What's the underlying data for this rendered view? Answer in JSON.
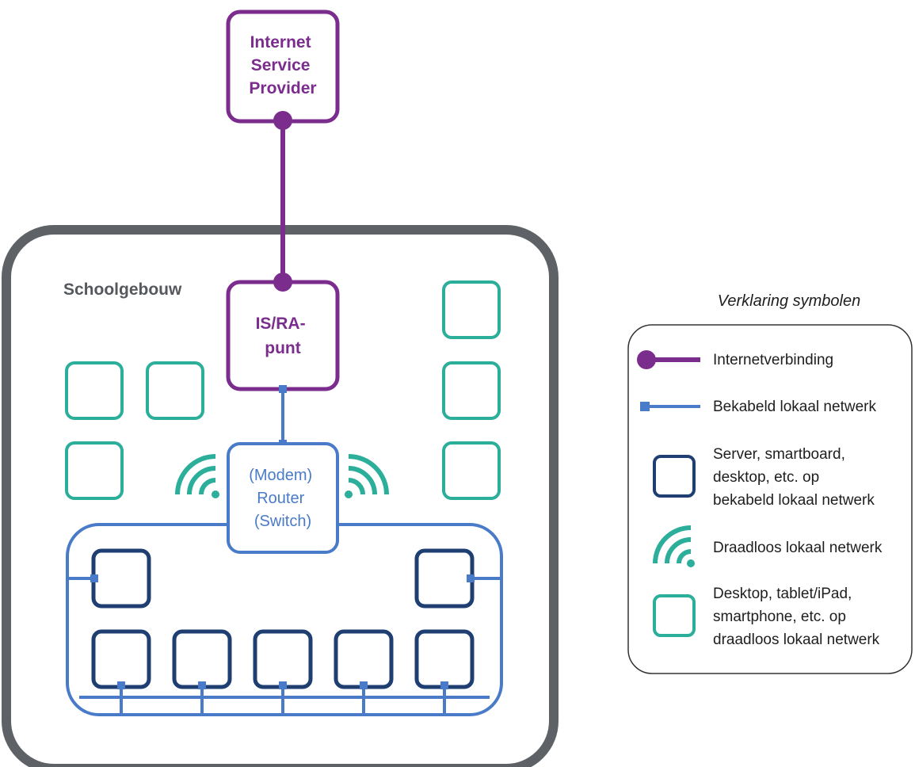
{
  "colors": {
    "internet": "#7B2D8E",
    "wired": "#4A7BC8",
    "wired_device": "#1F3F73",
    "wireless": "#2BAE9A",
    "building": "#5E6266",
    "building_label": "#55585C",
    "legend_text": "#1E1E1E",
    "legend_border": "#333333"
  },
  "isp": {
    "lines": [
      "Internet",
      "Service",
      "Provider"
    ]
  },
  "building": {
    "label": "Schoolgebouw"
  },
  "is_ra": {
    "lines": [
      "IS/RA-",
      "punt"
    ]
  },
  "router": {
    "lines": [
      "(Modem)",
      "Router",
      "(Switch)"
    ]
  },
  "legend": {
    "title": "Verklaring symbolen",
    "items": [
      {
        "icon": "internet-connection-icon",
        "lines": [
          "Internetverbinding"
        ]
      },
      {
        "icon": "wired-network-icon",
        "lines": [
          "Bekabeld lokaal netwerk"
        ]
      },
      {
        "icon": "wired-device-icon",
        "lines": [
          "Server, smartboard,",
          "desktop, etc. op",
          "bekabeld lokaal netwerk"
        ]
      },
      {
        "icon": "wifi-icon",
        "lines": [
          "Draadloos lokaal netwerk"
        ]
      },
      {
        "icon": "wireless-device-icon",
        "lines": [
          "Desktop, tablet/iPad,",
          "smartphone, etc. op",
          "draadloos lokaal netwerk"
        ]
      }
    ]
  }
}
